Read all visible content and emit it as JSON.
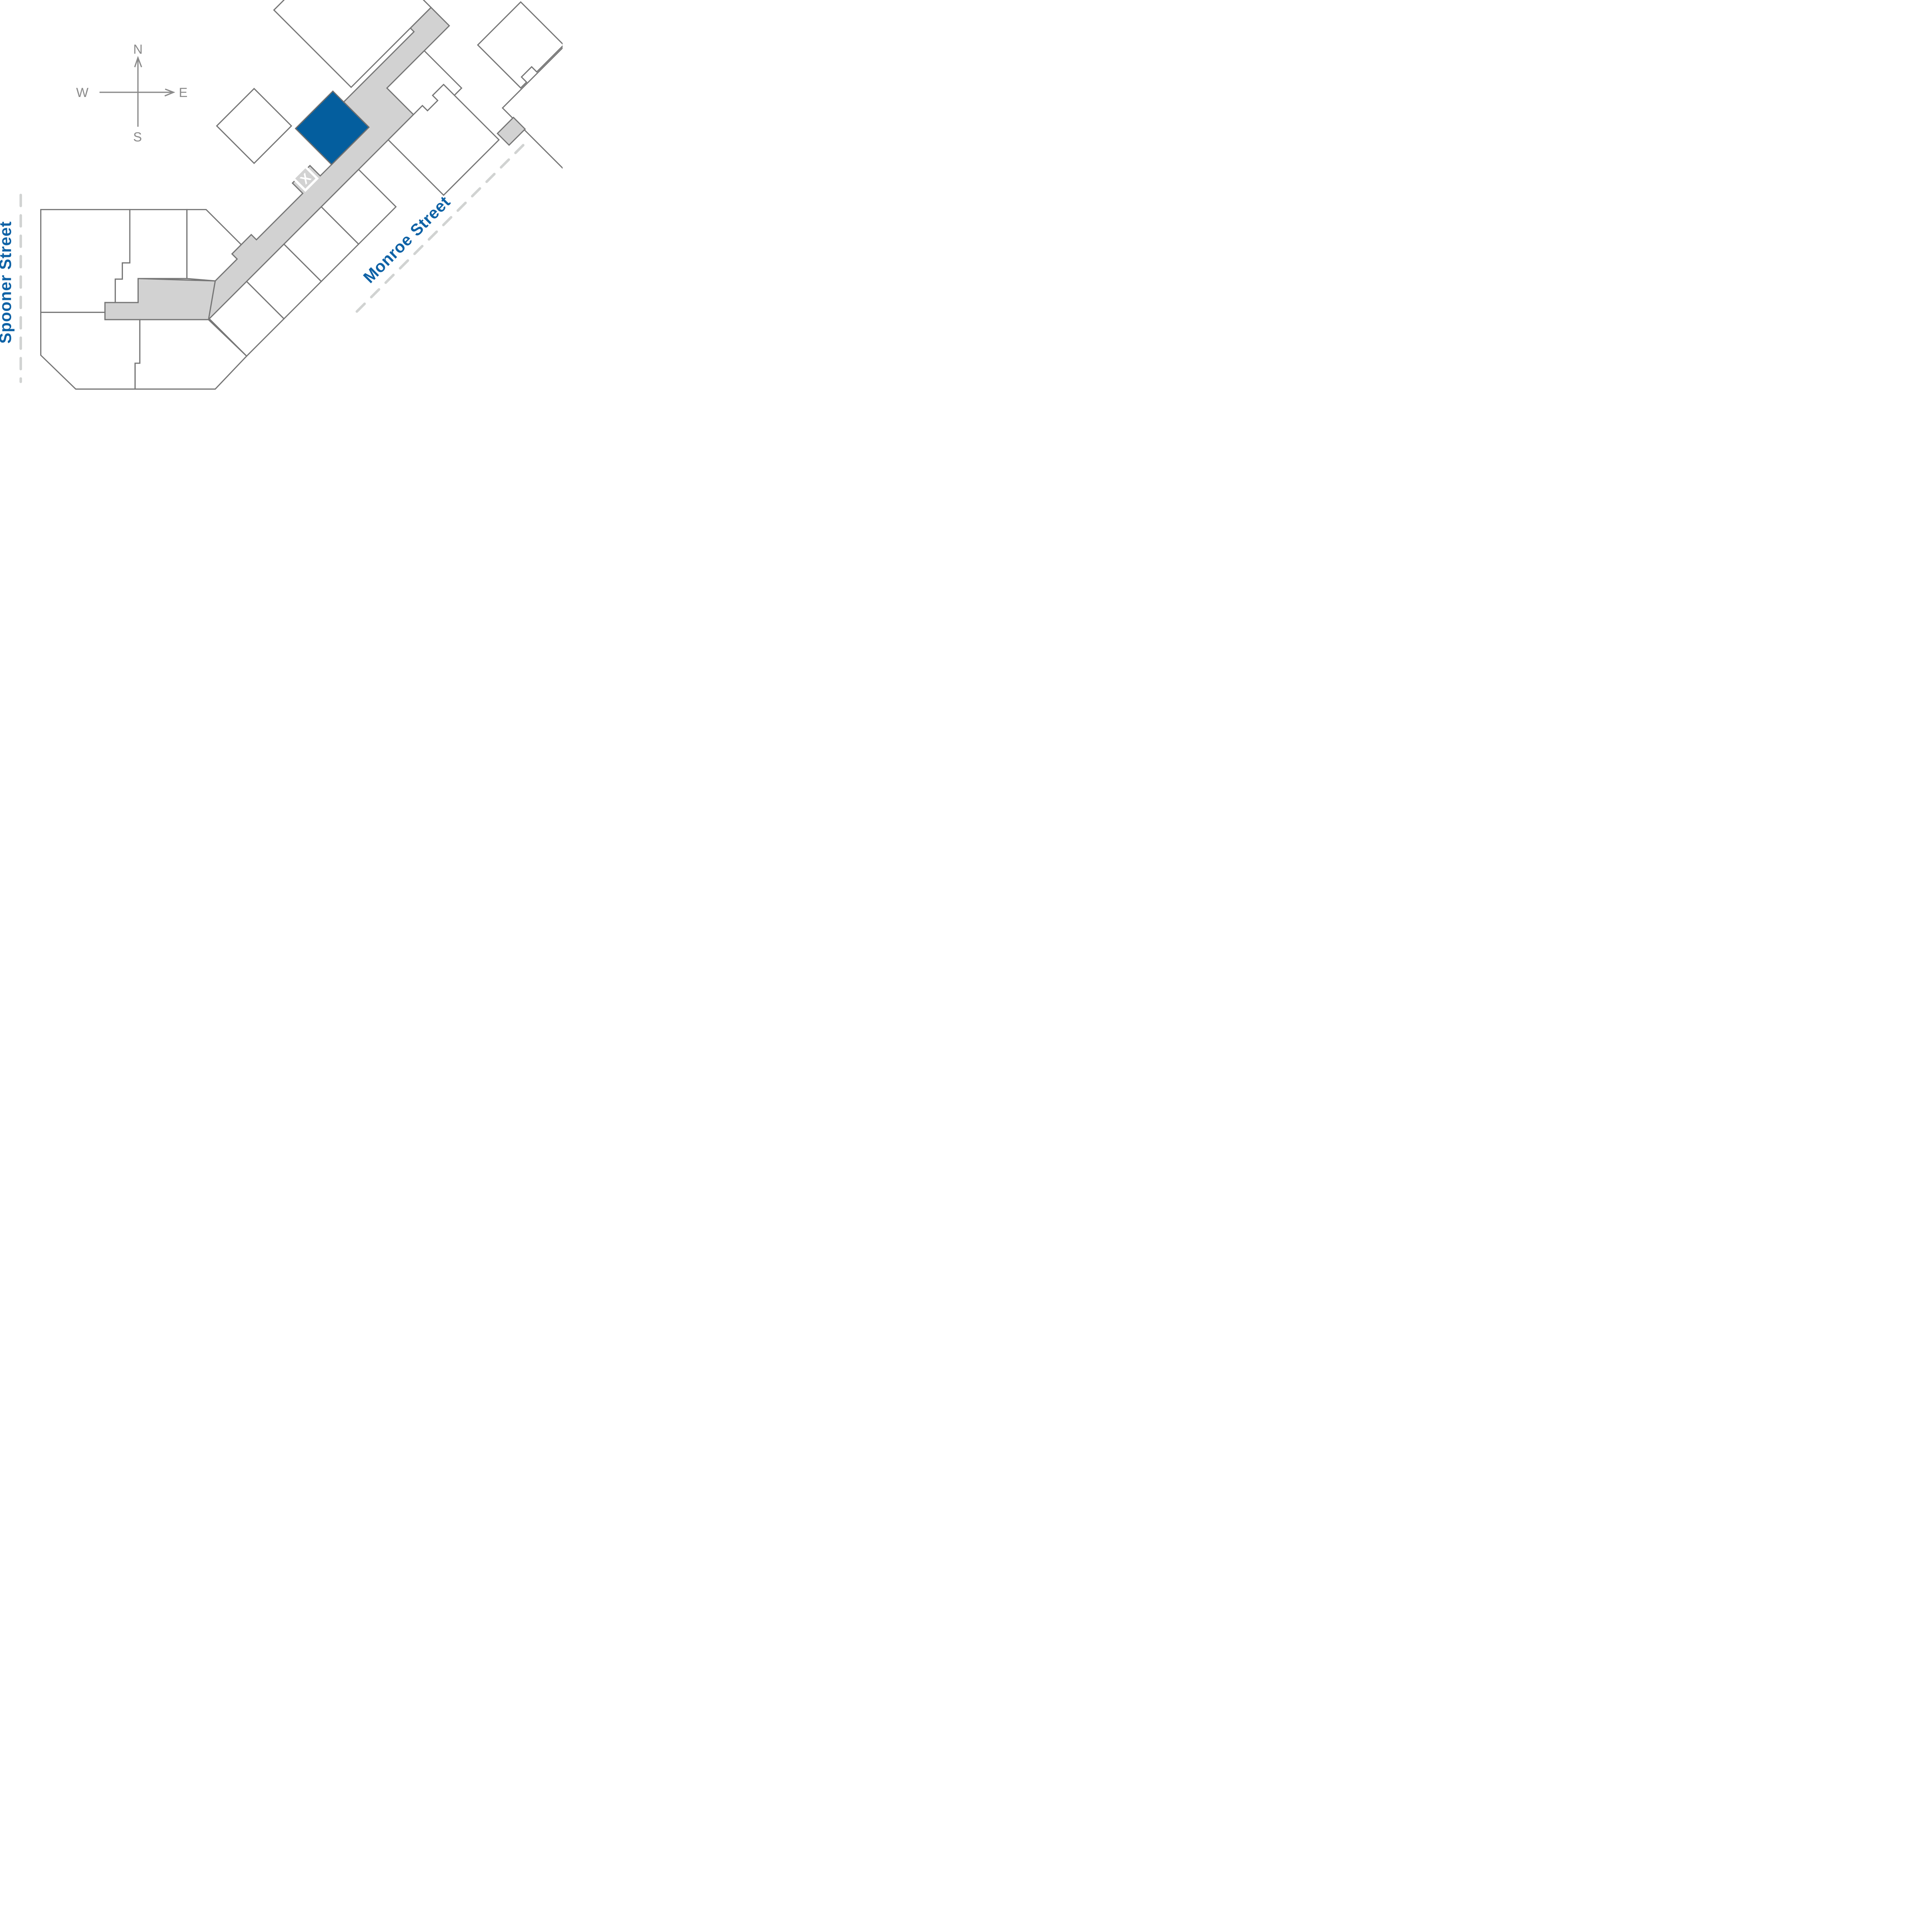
{
  "map": {
    "title": "site-plan-map",
    "streets": {
      "spooner": "Spooner Street",
      "monroe": "Monroe Street"
    },
    "marker": {
      "label": "X"
    },
    "compass": {
      "north": "N",
      "south": "S",
      "east": "E",
      "west": "W"
    },
    "colors": {
      "background": "#FFFFFF",
      "building_outline_gray": "#767676",
      "building_fill_white": "#FFFFFF",
      "highlighted_building_blue": "#045E9E",
      "walkway_gray": "#D2D2D2",
      "street_label_blue": "#0E62A6",
      "street_dash_gray": "#D1D3D2",
      "compass_gray": "#8A8A8A",
      "marker_fill": "#D2D2D2",
      "marker_border": "#FFFFFF",
      "marker_letter": "#FFFFFF"
    }
  }
}
